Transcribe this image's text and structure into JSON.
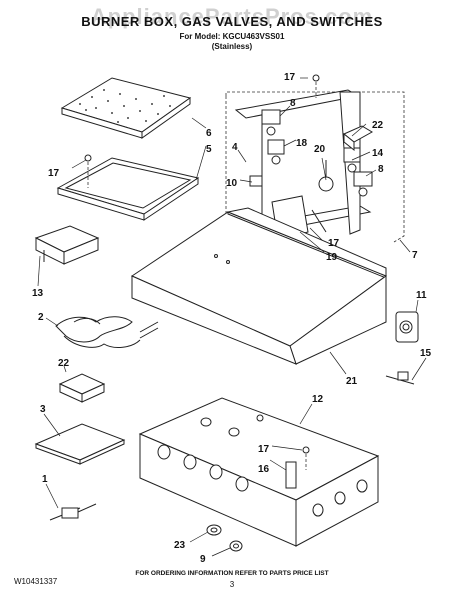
{
  "watermark": "AppliancePartsPros.com",
  "header": {
    "title": "BURNER BOX, GAS VALVES, AND SWITCHES",
    "model": "For Model: KGCU463VSS01",
    "finish": "(Stainless)"
  },
  "footer": {
    "doc_number": "W10431337",
    "ordering_info": "FOR ORDERING INFORMATION REFER TO PARTS PRICE LIST",
    "page": "3"
  },
  "callouts": {
    "c1": "1",
    "c2": "2",
    "c3": "3",
    "c4": "4",
    "c5": "5",
    "c6": "6",
    "c7": "7",
    "c8a": "8",
    "c8b": "8",
    "c9": "9",
    "c10": "10",
    "c11": "11",
    "c12": "12",
    "c13": "13",
    "c14": "14",
    "c15": "15",
    "c16": "16",
    "c17a": "17",
    "c17b": "17",
    "c17c": "17",
    "c17d": "17",
    "c18": "18",
    "c19": "19",
    "c20": "20",
    "c21": "21",
    "c22a": "22",
    "c22b": "22",
    "c23": "23"
  }
}
